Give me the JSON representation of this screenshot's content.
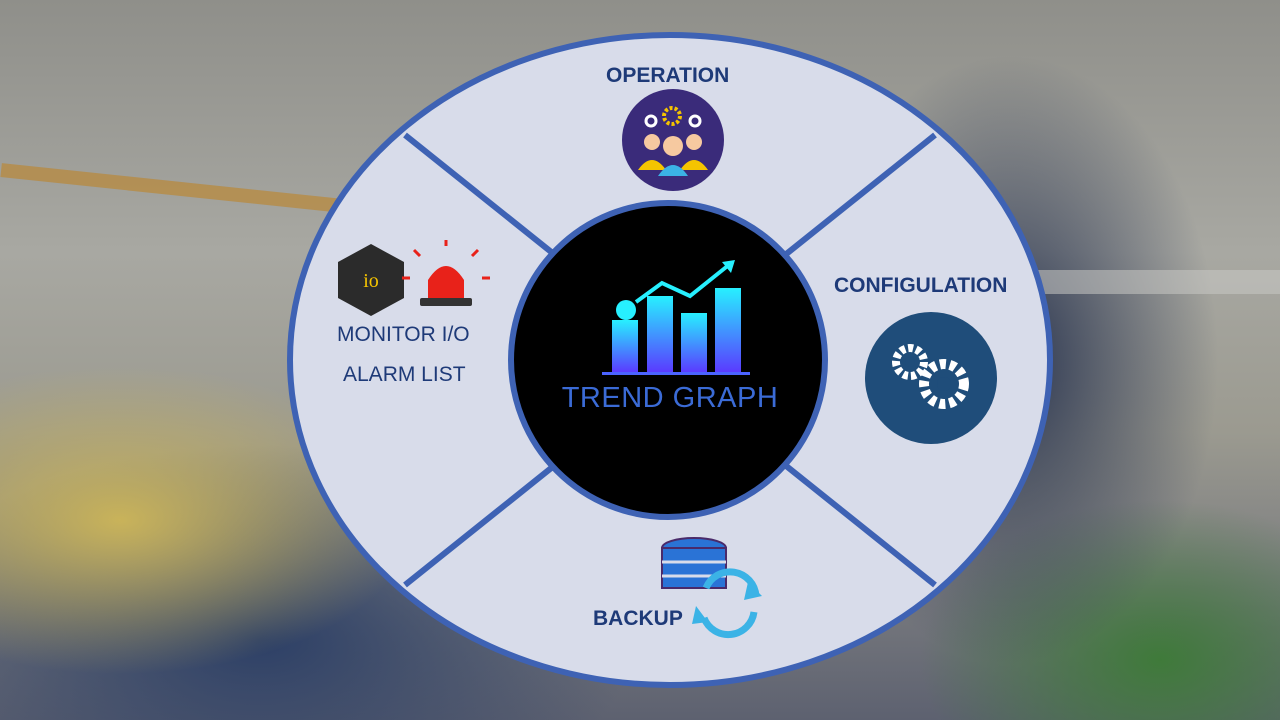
{
  "center": {
    "label": "TREND GRAPH",
    "icon": "trend-chart-icon"
  },
  "sections": {
    "operation": {
      "label": "OPERATION",
      "icon": "team-gears-icon"
    },
    "configuration": {
      "label": "CONFIGULATION",
      "icon": "gears-icon"
    },
    "backup": {
      "label": "BACKUP",
      "icon": "database-sync-icon"
    },
    "monitor": {
      "label_line1": "MONITOR I/O",
      "label_line2": "ALARM LIST",
      "icons": [
        "io-hexagon-icon",
        "alarm-siren-icon"
      ],
      "io_text": "io"
    }
  },
  "colors": {
    "ring_fill": "#d8dcea",
    "ring_stroke": "#3e62b4",
    "center_fill": "#000000",
    "label_text": "#1e3a78",
    "center_text": "#3b6bd6",
    "config_circle": "#1f4d7a",
    "operation_circle": "#3a2b7a",
    "siren_red": "#e8221a"
  }
}
